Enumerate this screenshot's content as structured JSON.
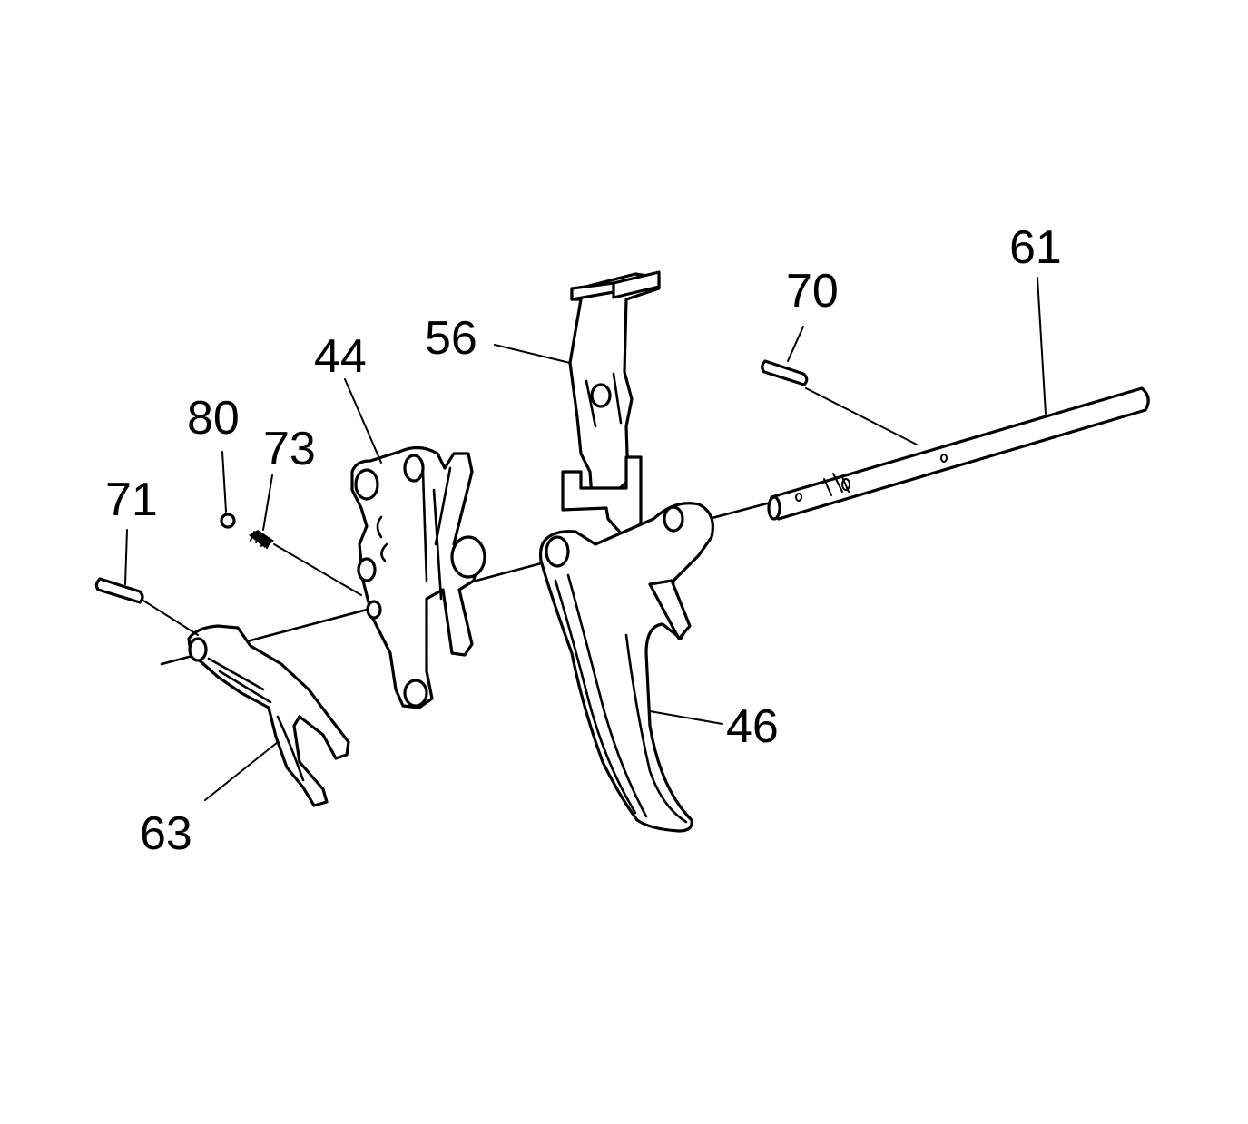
{
  "callouts": {
    "c61": "61",
    "c70": "70",
    "c56": "56",
    "c44": "44",
    "c80": "80",
    "c73": "73",
    "c71": "71",
    "c46": "46",
    "c63": "63"
  }
}
